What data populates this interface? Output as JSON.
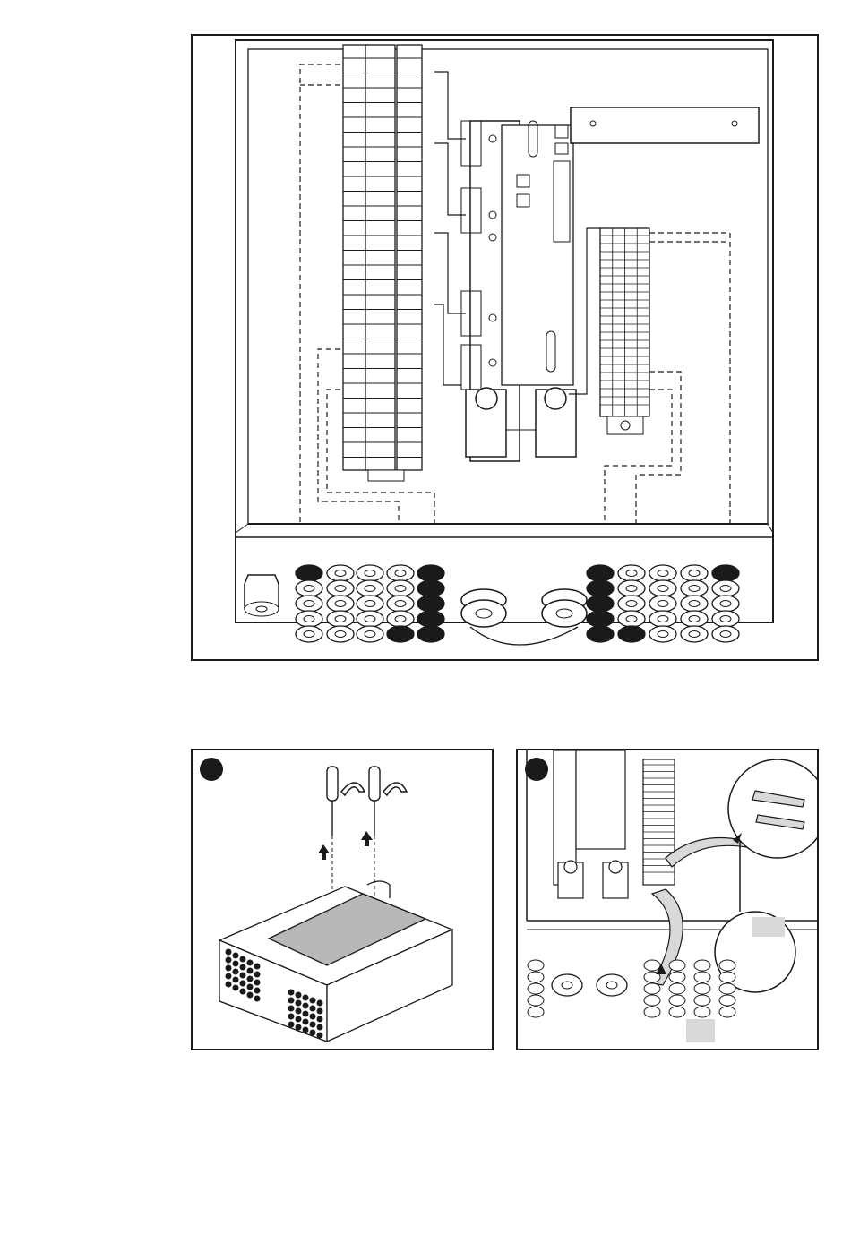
{
  "figures": {
    "main": {
      "kind": "line-drawing",
      "subject": "opened-housing-top-view"
    },
    "step_1": {
      "step_label": "",
      "subject": "remove-cover-plate"
    },
    "step_2": {
      "step_label": "",
      "subject": "route-cables-to-terminals"
    }
  },
  "icons": {
    "rotate_arrow": "curved-arrow-icon",
    "lift_arrow": "up-arrow-icon",
    "screwdriver": "screwdriver-icon",
    "cable_gland": "cable-gland-icon",
    "terminal_block": "terminal-block-icon"
  },
  "colors": {
    "line": "#1a1a1a",
    "panel_grey": "#b8b8b8",
    "light_grey": "#d9d9d9",
    "background": "#ffffff"
  }
}
